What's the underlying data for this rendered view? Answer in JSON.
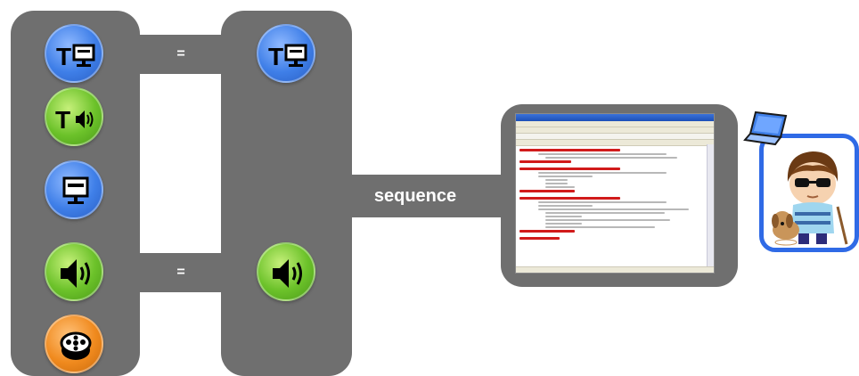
{
  "diagram": {
    "label_sequence": "sequence",
    "label_equal_top": "=",
    "label_equal_bottom": "=",
    "left_column": [
      {
        "icon": "text-screen-icon",
        "color": "blue"
      },
      {
        "icon": "text-audio-icon",
        "color": "green"
      },
      {
        "icon": "screen-icon",
        "color": "blue"
      },
      {
        "icon": "audio-icon",
        "color": "green"
      },
      {
        "icon": "film-reel-icon",
        "color": "orange"
      }
    ],
    "right_column": [
      {
        "icon": "text-screen-icon",
        "color": "blue"
      },
      {
        "icon": "audio-icon",
        "color": "green"
      }
    ]
  },
  "colors": {
    "panel": "#6f6f6f",
    "blue": "#3f7fe8",
    "green": "#6cc22a",
    "orange": "#f08a1e",
    "frame_blue": "#2f6ae6"
  }
}
